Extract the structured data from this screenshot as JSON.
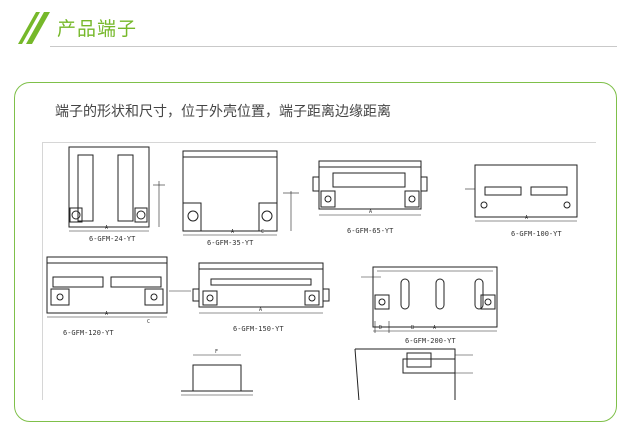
{
  "header": {
    "title": "产品端子",
    "accent_color": "#76b82a",
    "slash_icon": "green-slash-icon"
  },
  "section": {
    "description": "端子的形状和尺寸，位于外壳位置，端子距离边缘距离",
    "border_color": "#7fc04a"
  },
  "drawings": [
    {
      "model": "6-GFM-24-YT"
    },
    {
      "model": "6-GFM-35-YT"
    },
    {
      "model": "6-GFM-65-YT"
    },
    {
      "model": "6-GFM-100-YT"
    },
    {
      "model": "6-GFM-120-YT"
    },
    {
      "model": "6-GFM-150-YT"
    },
    {
      "model": "6-GFM-200-YT"
    }
  ],
  "dimension_letters": {
    "a": "A",
    "b": "B",
    "c": "C",
    "d": "D",
    "f": "F"
  }
}
